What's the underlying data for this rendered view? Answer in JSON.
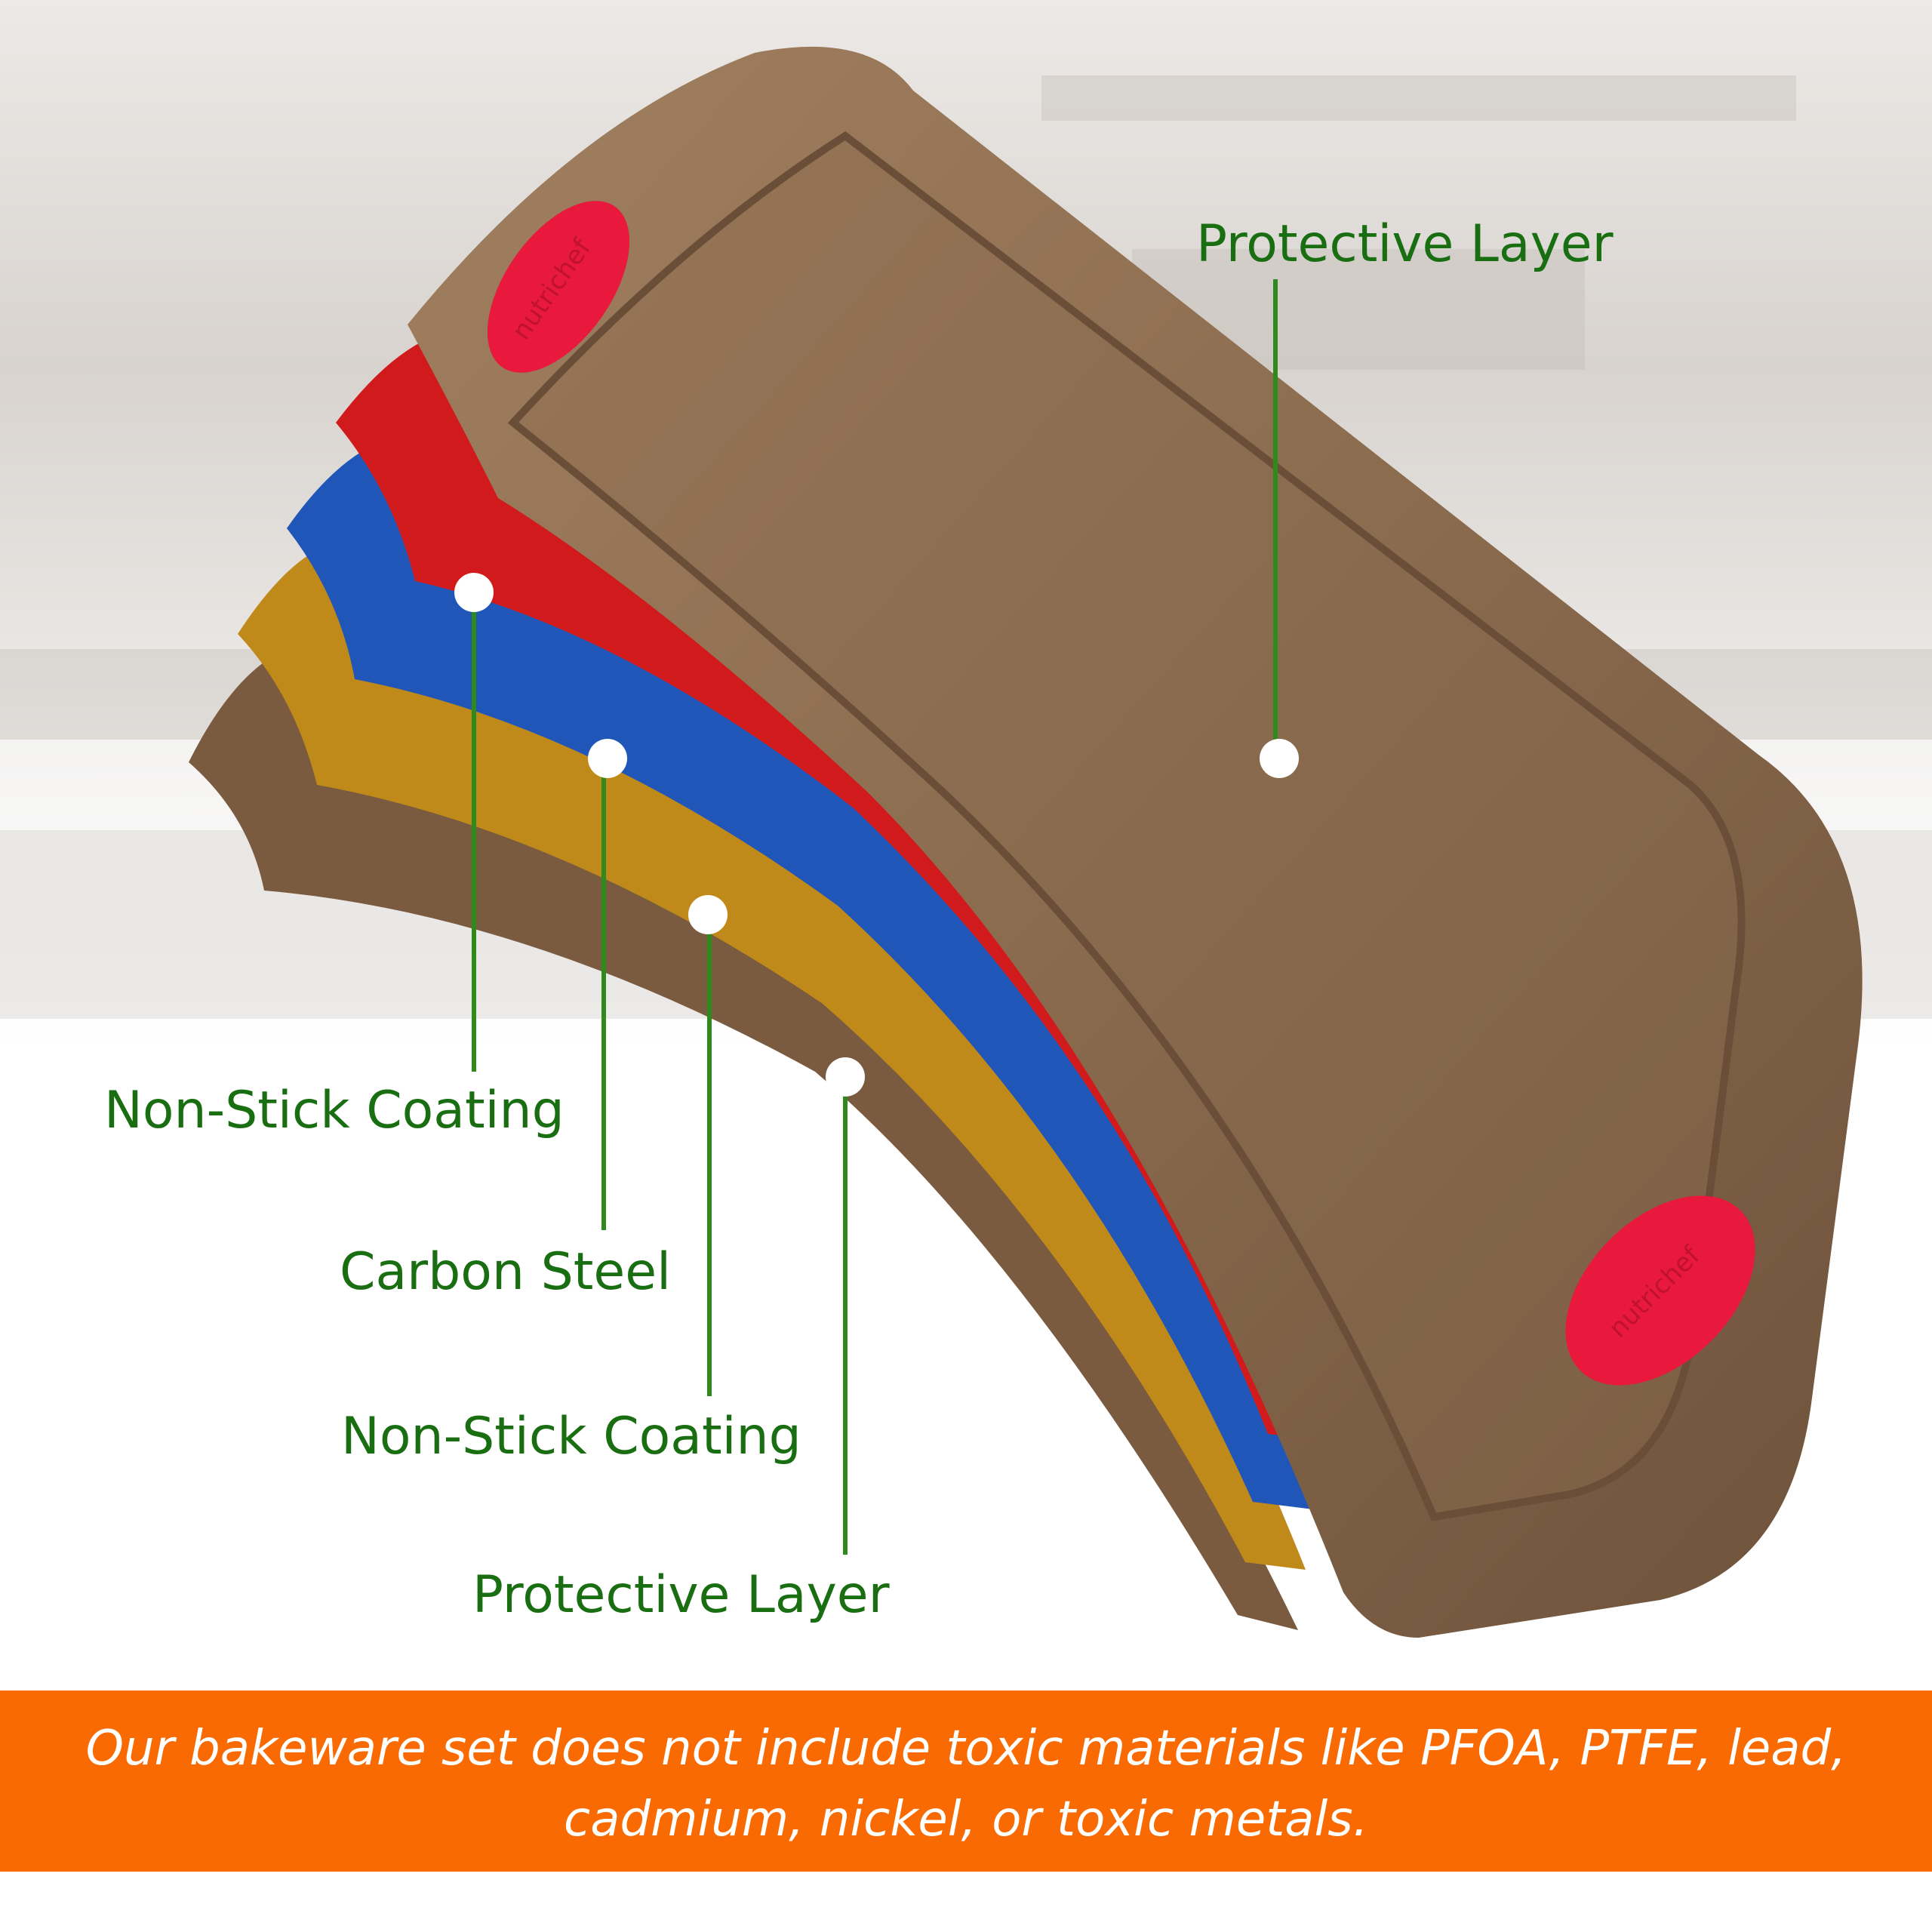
{
  "labels": {
    "top_protective": "Protective Layer",
    "non_stick_1": "Non-Stick Coating",
    "carbon_steel": "Carbon Steel",
    "non_stick_2": "Non-Stick Coating",
    "bottom_protective": "Protective Layer"
  },
  "banner": {
    "text": "Our bakeware set does not include toxic materials like PFOA, PTFE, lead, cadmium, nickel, or toxic metals."
  },
  "colors": {
    "label_green": "#1a6e12",
    "banner_orange": "#fa6a02",
    "pan_bronze": "#8b6b4e",
    "layer_red": "#d11a1c",
    "layer_blue": "#1f56b8",
    "layer_gold": "#c08a1a",
    "handle_red": "#e8193c"
  },
  "icons": [
    "pan-illustration",
    "handle-grip-icon"
  ]
}
